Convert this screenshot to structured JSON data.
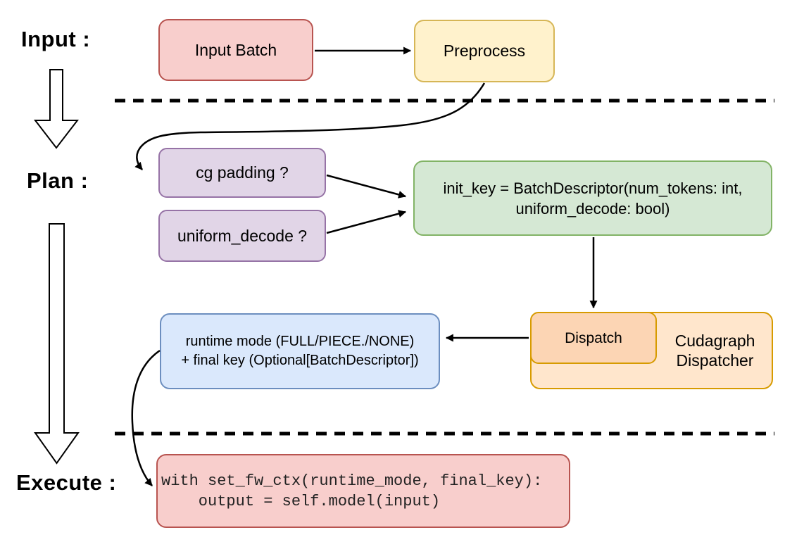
{
  "diagram_title": "cudagraph-dispatch-flow",
  "stage_labels": {
    "input": "Input :",
    "plan": "Plan :",
    "execute": "Execute :"
  },
  "nodes": {
    "input_batch": {
      "label": "Input Batch"
    },
    "preprocess": {
      "label": "Preprocess"
    },
    "cg_padding": {
      "label": "cg padding ?"
    },
    "uniform_decode": {
      "label": "uniform_decode ?"
    },
    "init_key": {
      "line1": "init_key = BatchDescriptor(num_tokens: int,",
      "line2": "uniform_decode: bool)"
    },
    "runtime_mode": {
      "line1": "runtime mode (FULL/PIECE./NONE)",
      "line2": "+ final key (Optional[BatchDescriptor])"
    },
    "dispatch": {
      "label": "Dispatch"
    },
    "cudagraph_dispatcher": {
      "line1": "Cudagraph",
      "line2": "Dispatcher"
    },
    "execute_code": {
      "line1": "with set_fw_ctx(runtime_mode, final_key):",
      "line2": "    output = self.model(input)"
    }
  },
  "palette": {
    "red_fill": "#f8cecc",
    "red_stroke": "#b85450",
    "yellow_fill": "#fff2cc",
    "yellow_stroke": "#d6b656",
    "purple_fill": "#e1d5e7",
    "purple_stroke": "#9673a6",
    "green_fill": "#d5e8d4",
    "green_stroke": "#82b366",
    "blue_fill": "#dae8fc",
    "blue_stroke": "#6c8ebf",
    "orange_fill": "#ffe6cc",
    "orange_inner_fill": "#fcd5b4",
    "orange_stroke": "#d79b00",
    "line_color": "#000000"
  }
}
